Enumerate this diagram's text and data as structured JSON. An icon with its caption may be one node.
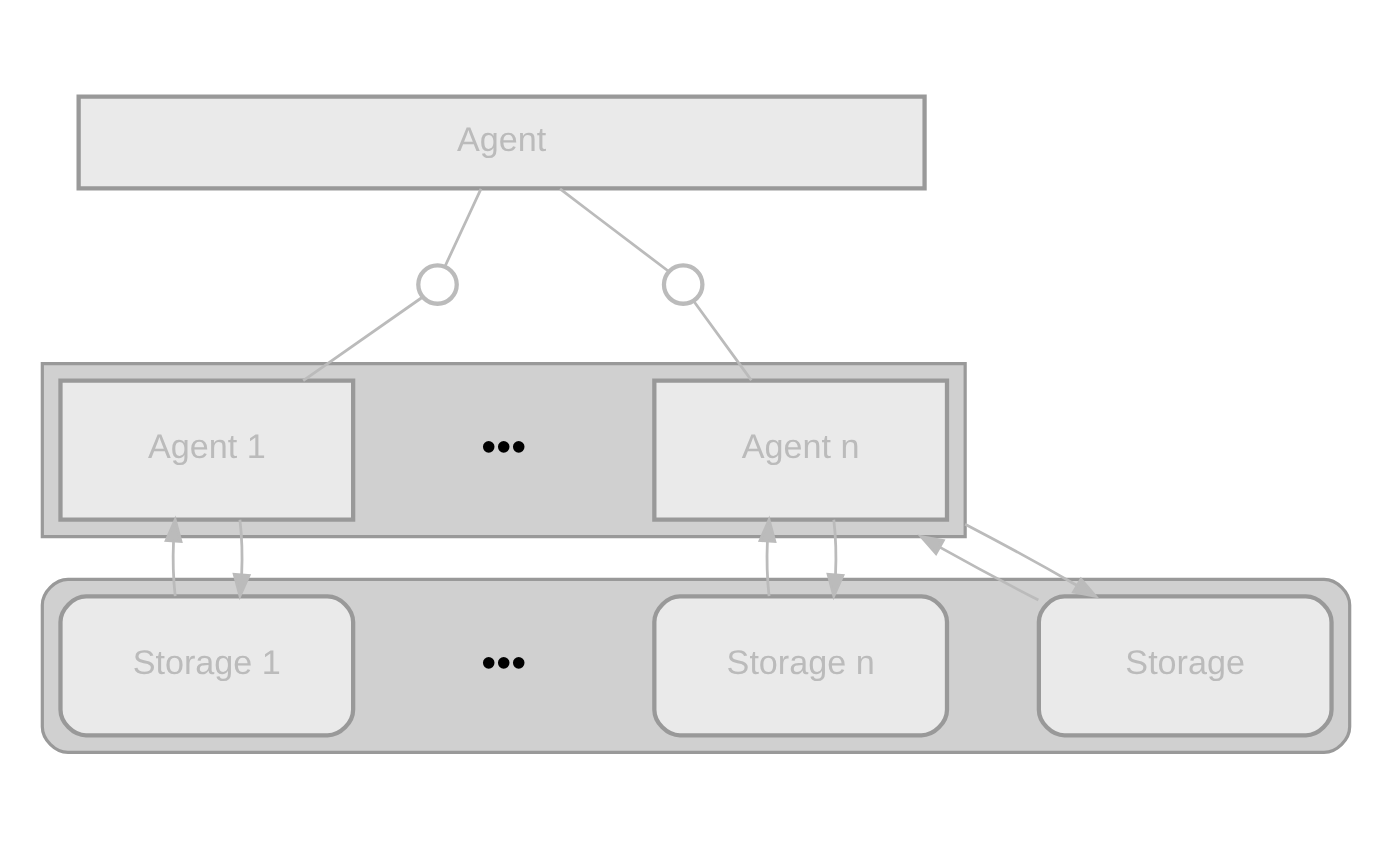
{
  "diagram": {
    "nodes": [
      {
        "text": [
          "Agent"
        ]
      },
      {
        "text": [],
        "shape": "circle"
      },
      {
        "text": [],
        "shape": "circle"
      },
      {
        "text": [],
        "shape": "box"
      },
      {
        "text": [
          "Agent 1"
        ],
        "in": 3
      },
      {
        "text": [
          "Agent n"
        ],
        "in": 3
      },
      {
        "text": [],
        "shape": "box"
      },
      {
        "text": [
          "Storage 1"
        ],
        "in": 6
      },
      {
        "text": [
          "Storage n"
        ],
        "in": 6
      },
      {
        "text": [
          "Storage"
        ],
        "in": 6
      }
    ],
    "edges": [
      {
        "from": 0,
        "to": 1,
        "arrow": "none"
      },
      {
        "from": 1,
        "to": 4,
        "arrow": "none"
      },
      {
        "from": 0,
        "to": 2,
        "arrow": "none"
      },
      {
        "from": 2,
        "to": 5,
        "arrow": "none"
      },
      {
        "from": 4,
        "to": 7,
        "arrow": "to"
      },
      {
        "from": 7,
        "to": 4,
        "arrow": "to"
      },
      {
        "from": 5,
        "to": 8,
        "arrow": "to"
      },
      {
        "from": 8,
        "to": 5,
        "arrow": "to"
      },
      {
        "from": 3,
        "to": 9,
        "arrow": "to"
      },
      {
        "from": 9,
        "to": 3,
        "arrow": "to"
      }
    ],
    "labels": [
      "•••",
      "•••"
    ]
  }
}
